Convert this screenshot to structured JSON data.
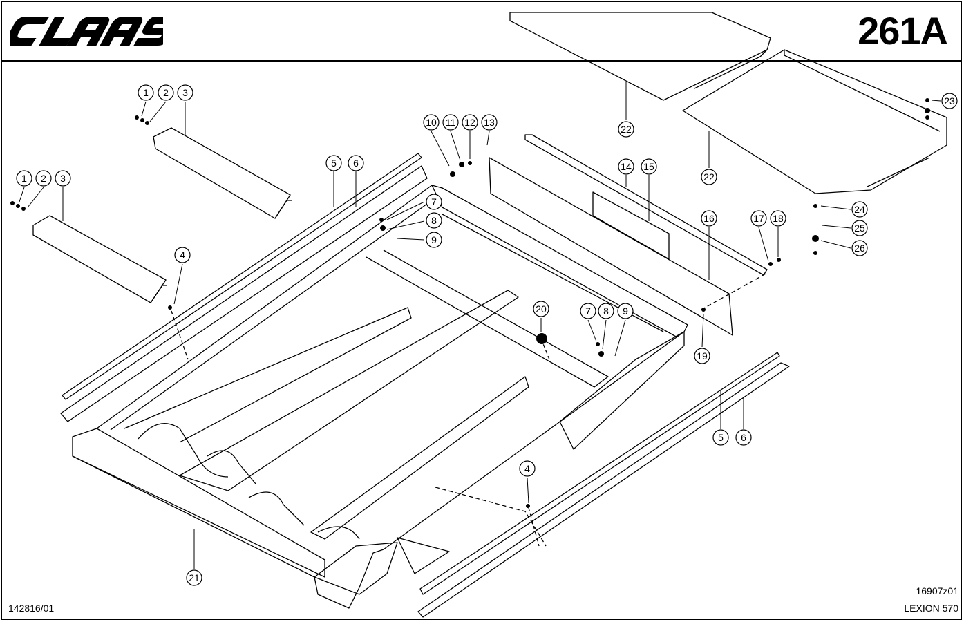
{
  "header": {
    "brand": "CLAAS",
    "sheet_number": "261A"
  },
  "footer": {
    "drawing_reference": "142816/01",
    "figure_code": "16907z01",
    "model": "LEXION 570"
  },
  "callouts": [
    {
      "label": "1"
    },
    {
      "label": "2"
    },
    {
      "label": "3"
    },
    {
      "label": "1"
    },
    {
      "label": "2"
    },
    {
      "label": "3"
    },
    {
      "label": "4"
    },
    {
      "label": "4"
    },
    {
      "label": "5"
    },
    {
      "label": "6"
    },
    {
      "label": "5"
    },
    {
      "label": "6"
    },
    {
      "label": "7"
    },
    {
      "label": "8"
    },
    {
      "label": "9"
    },
    {
      "label": "7"
    },
    {
      "label": "8"
    },
    {
      "label": "9"
    },
    {
      "label": "10"
    },
    {
      "label": "11"
    },
    {
      "label": "12"
    },
    {
      "label": "13"
    },
    {
      "label": "14"
    },
    {
      "label": "15"
    },
    {
      "label": "16"
    },
    {
      "label": "17"
    },
    {
      "label": "18"
    },
    {
      "label": "19"
    },
    {
      "label": "20"
    },
    {
      "label": "21"
    },
    {
      "label": "22"
    },
    {
      "label": "22"
    },
    {
      "label": "23"
    },
    {
      "label": "24"
    },
    {
      "label": "25"
    },
    {
      "label": "26"
    }
  ]
}
